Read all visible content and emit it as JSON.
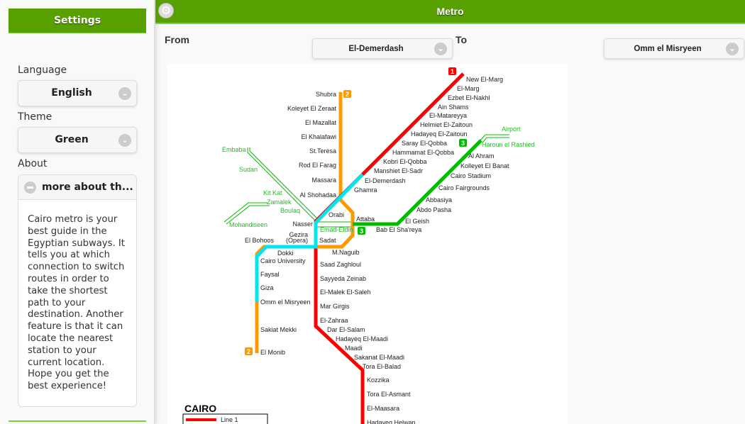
{
  "sidebar": {
    "title": "Settings",
    "language_label": "Language",
    "language_value": "English",
    "theme_label": "Theme",
    "theme_value": "Green",
    "about_label": "About",
    "about_title": "more about th...",
    "about_text": "Cairo metro is your best guide in the Egyptian subways. It tells you at which connection to switch routes in order to take the shortest path to your destination. Another feature is that it can locate the nearest station to your current location. Hope you get the best experience!"
  },
  "header": {
    "title": "Metro"
  },
  "route": {
    "from_label": "From",
    "from_value": "El-Demerdash",
    "to_label": "To",
    "to_value": "Omm el Misryeen"
  },
  "colors": {
    "accent": "#57a000",
    "line1": "#ff0000",
    "line2": "#ff9900",
    "line3": "#00bb00",
    "cyan": "#00e5ee"
  },
  "map": {
    "legend_title": "CAIRO",
    "legend_line1": "Line 1",
    "badges": [
      "1",
      "2",
      "2",
      "3",
      "3"
    ],
    "stations": [
      "New El-Marg",
      "El-Marg",
      "Ezbet El-Nakhl",
      "Ain Shams",
      "El-Matareyya",
      "Helmiet El-Zaitoun",
      "Hadayeq El-Zaitoun",
      "Saray El-Qobba",
      "Hammamat El-Qobba",
      "Kobri El-Qobba",
      "Manshiet El-Sadr",
      "El-Demerdash",
      "Ghamra",
      "Sadat",
      "Saad Zaghloul",
      "Sayyeda Zeinab",
      "El-Malek El-Saleh",
      "Mar Girgis",
      "El-Zahraa",
      "Dar El-Salam",
      "Hadayeq El-Maadi",
      "Maadi",
      "Sakanat El-Maadi",
      "Tora El-Balad",
      "Kozzika",
      "Tora El-Asmant",
      "El-Maasara",
      "Hadayeq Helwan",
      "Shubra",
      "Koleyet El Zeraat",
      "El Mazallat",
      "El Khalafawi",
      "St.Teresa",
      "Rod El Farag",
      "Massara",
      "Al Shohadaa",
      "Orabi",
      "Attaba",
      "Nasser",
      "Gezira",
      "(Opera)",
      "M.Naguib",
      "El Bohoos",
      "Dokki",
      "Cairo University",
      "Faysal",
      "Giza",
      "Omm el Misryeen",
      "Sakiat Mekki",
      "El Monib",
      "Bab El Sha'reya",
      "El Geish",
      "Abdo Pasha",
      "Abbasiya",
      "Cairo Fairgrounds",
      "Cairo Stadium",
      "Kolleyet El Banat",
      "Al Ahram",
      "Haroun el Rashied",
      "Airport",
      "Emad-Eldin",
      "Embaba",
      "Sudan",
      "Kit Kat",
      "Zamalek",
      "Boulaq",
      "Mohandiseen"
    ]
  }
}
